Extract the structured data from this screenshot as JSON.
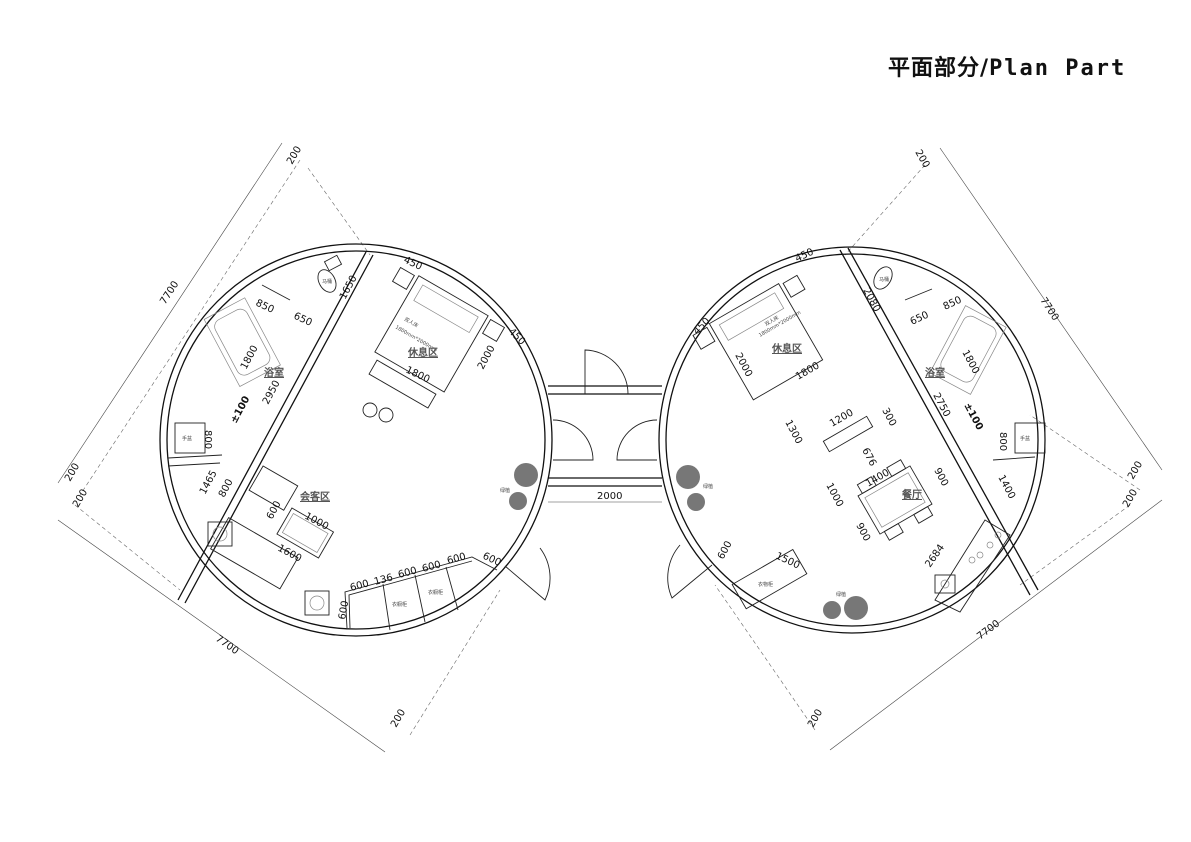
{
  "title": {
    "cn": "平面部分",
    "sep": "/",
    "en": "Plan Part"
  },
  "left_unit": {
    "rooms": {
      "bath": "浴室",
      "rest": "休息区",
      "living": "会客区"
    },
    "fixtures": {
      "toilet": "马桶",
      "basin": "手盆",
      "bed": "双人床",
      "bed_size": "1800mm*2000mm",
      "wardrobe1": "衣橱柜",
      "wardrobe2": "衣橱柜",
      "plant": "绿植"
    },
    "level": "±100",
    "dims": {
      "bath_w": "850",
      "bath_gap": "650",
      "bath_len": "1800",
      "wall_top": "1650",
      "wall_len": "2950",
      "basin": "800",
      "wall_low": "1465",
      "sofa_side": "800",
      "table_w": "600",
      "table_l": "1000",
      "sofa_l": "1600",
      "bed_w": "1800",
      "bed_l": "2000",
      "night1": "450",
      "night2": "450",
      "w1": "600",
      "w2": "600",
      "w3": "136",
      "w4": "600",
      "w5": "600",
      "w6": "600",
      "w7": "600"
    }
  },
  "right_unit": {
    "rooms": {
      "bath": "浴室",
      "rest": "休息区",
      "dining": "餐厅"
    },
    "fixtures": {
      "toilet": "马桶",
      "basin": "手盆",
      "bed": "双人床",
      "bed_size": "1800mm*2000mm",
      "cabinet": "衣物柜",
      "plant1": "绿植",
      "plant2": "绿植"
    },
    "level": "±100",
    "dims": {
      "night1": "450",
      "night2": "450",
      "wall_top": "2080",
      "bath_gap": "650",
      "bath_w": "850",
      "bath_len": "1800",
      "bed_l": "2000",
      "bed_w": "1800",
      "wall_len": "2750",
      "basin": "800",
      "wall_low": "1400",
      "gap1": "1300",
      "counter_l": "1200",
      "counter_w": "300",
      "gap2": "676",
      "table_l": "1400",
      "table_w": "900",
      "gap3": "1000",
      "gap4": "900",
      "cab_w": "600",
      "cab_l": "1500",
      "kitchen": "2684"
    }
  },
  "corridor": {
    "width": "2000"
  },
  "outer_dims": {
    "d1": "7700",
    "d2": "7700",
    "d3": "7700",
    "d4": "7700",
    "o1": "200",
    "o2": "200",
    "o3": "200",
    "o4": "200",
    "o5": "200",
    "o6": "200",
    "o7": "200",
    "o8": "200"
  }
}
